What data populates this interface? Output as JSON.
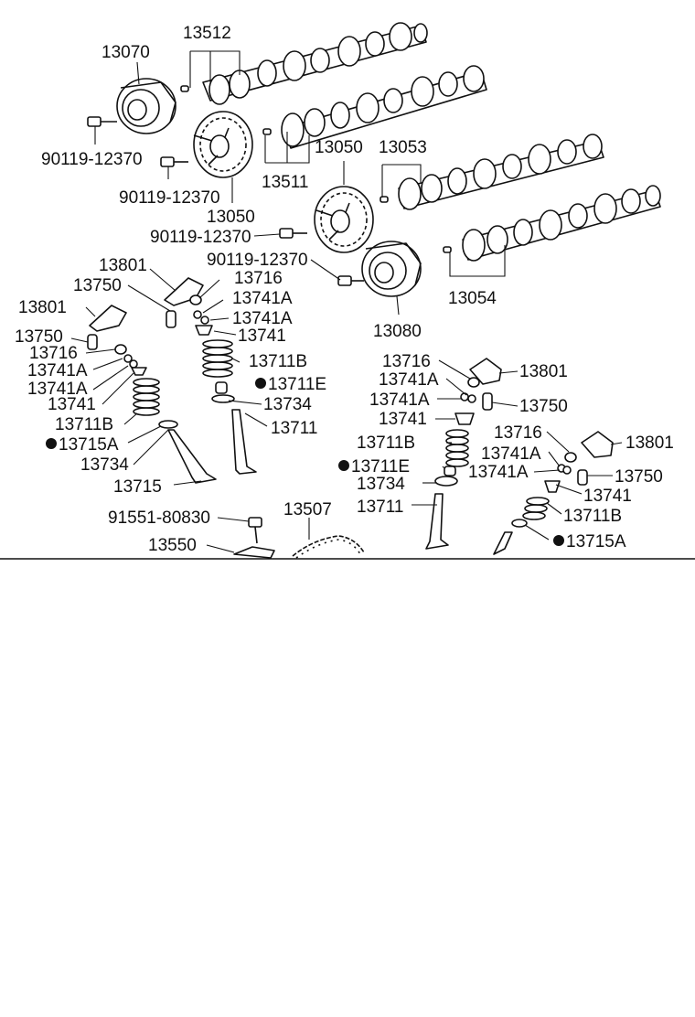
{
  "diagram": {
    "labels": [
      "13070",
      "13512",
      "90119-12370",
      "90119-12370",
      "13050",
      "13511",
      "13050",
      "13053",
      "90119-12370",
      "90119-12370",
      "13054",
      "13080",
      "13801",
      "13750",
      "13716",
      "13741A",
      "13741A",
      "13741",
      "13711B",
      "13711E",
      "13734",
      "13711",
      "13801",
      "13750",
      "13716",
      "13741A",
      "13741A",
      "13741",
      "13711B",
      "13715A",
      "13734",
      "13715",
      "13716",
      "13801",
      "13741A",
      "13741A",
      "13750",
      "13741",
      "13711B",
      "13711E",
      "13734",
      "13711",
      "13716",
      "13801",
      "13741A",
      "13741A",
      "13750",
      "13741",
      "13711B",
      "13715A",
      "91551-80830",
      "13507",
      "13550"
    ]
  }
}
